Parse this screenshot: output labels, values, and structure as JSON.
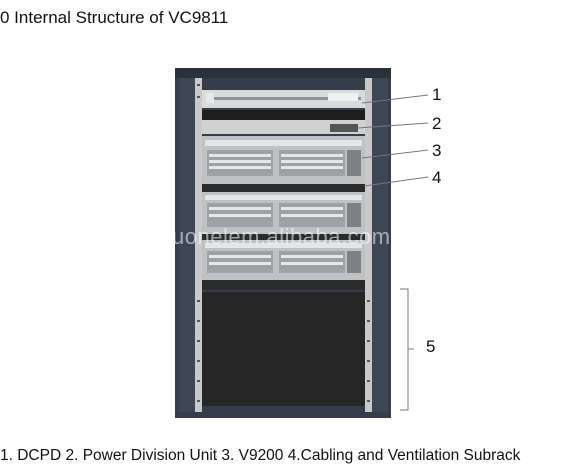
{
  "title": "0 Internal Structure of VC9811",
  "callouts": [
    "1",
    "2",
    "3",
    "4",
    "5"
  ],
  "caption": "1. DCPD 2. Power Division Unit 3. V9200 4.Cabling and Ventilation Subrack",
  "watermark": "uonelem.alibaba.com",
  "colors": {
    "cabinet": "#353d4a",
    "rack_rail": "#c9c9c9",
    "subrack": "#bfc2c4",
    "empty_bay": "#262626",
    "leader": "#777777"
  }
}
